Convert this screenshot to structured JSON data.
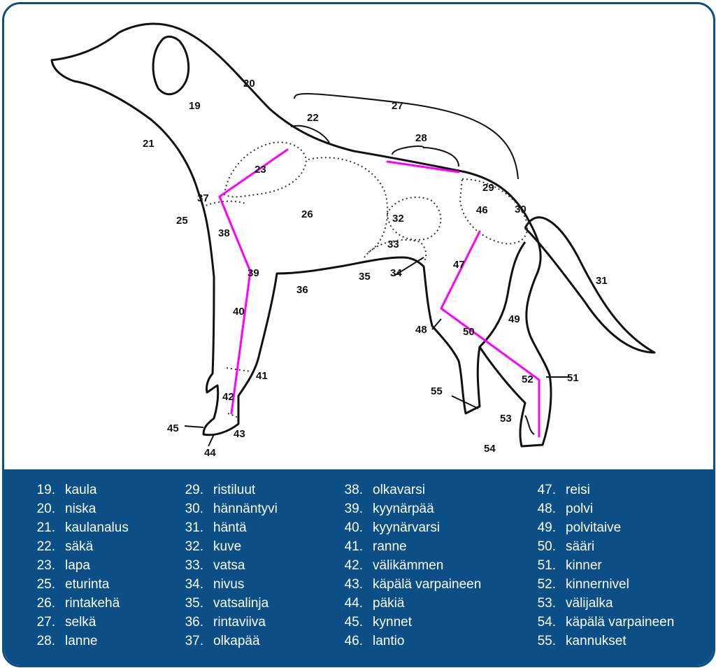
{
  "labels": [
    "19",
    "20",
    "21",
    "22",
    "23",
    "25",
    "26",
    "27",
    "28",
    "29",
    "30",
    "31",
    "32",
    "33",
    "34",
    "35",
    "36",
    "37",
    "38",
    "39",
    "40",
    "41",
    "42",
    "43",
    "44",
    "45",
    "46",
    "47",
    "48",
    "49",
    "50",
    "51",
    "52",
    "53",
    "54",
    "55"
  ],
  "legend": [
    [
      {
        "num": "19.",
        "name": "kaula"
      },
      {
        "num": "20.",
        "name": "niska"
      },
      {
        "num": "21.",
        "name": "kaulanalus"
      },
      {
        "num": "22.",
        "name": "säkä"
      },
      {
        "num": "23.",
        "name": "lapa"
      },
      {
        "num": "25.",
        "name": "eturinta"
      },
      {
        "num": "26.",
        "name": "rintakehä"
      },
      {
        "num": "27.",
        "name": "selkä"
      },
      {
        "num": "28.",
        "name": "lanne"
      }
    ],
    [
      {
        "num": "29.",
        "name": "ristiluut"
      },
      {
        "num": "30.",
        "name": "hännäntyvi"
      },
      {
        "num": "31.",
        "name": "häntä"
      },
      {
        "num": "32.",
        "name": "kuve"
      },
      {
        "num": "33.",
        "name": "vatsa"
      },
      {
        "num": "34.",
        "name": "nivus"
      },
      {
        "num": "35.",
        "name": "vatsalinja"
      },
      {
        "num": "36.",
        "name": "rintaviiva"
      },
      {
        "num": "37.",
        "name": "olkapää"
      }
    ],
    [
      {
        "num": "38.",
        "name": "olkavarsi"
      },
      {
        "num": "39.",
        "name": "kyynärpää"
      },
      {
        "num": "40.",
        "name": "kyynärvarsi"
      },
      {
        "num": "41.",
        "name": "ranne"
      },
      {
        "num": "42.",
        "name": "välikämmen"
      },
      {
        "num": "43.",
        "name": "käpälä varpaineen"
      },
      {
        "num": "44.",
        "name": "päkiä"
      },
      {
        "num": "45.",
        "name": "kynnet"
      },
      {
        "num": "46.",
        "name": "lantio"
      }
    ],
    [
      {
        "num": "47.",
        "name": "reisi"
      },
      {
        "num": "48.",
        "name": "polvi"
      },
      {
        "num": "49.",
        "name": "polvitaive"
      },
      {
        "num": "50.",
        "name": "sääri"
      },
      {
        "num": "51.",
        "name": "kinner"
      },
      {
        "num": "52.",
        "name": "kinnernivel"
      },
      {
        "num": "53.",
        "name": "välijalka"
      },
      {
        "num": "54.",
        "name": "käpälä varpaineen"
      },
      {
        "num": "55.",
        "name": "kannukset"
      }
    ]
  ],
  "colors": {
    "frame": "#0b4f86",
    "legend_bg": "#0b4f86",
    "legend_text": "#ffffff",
    "outline": "#111111",
    "highlight": "#ff00ff"
  }
}
